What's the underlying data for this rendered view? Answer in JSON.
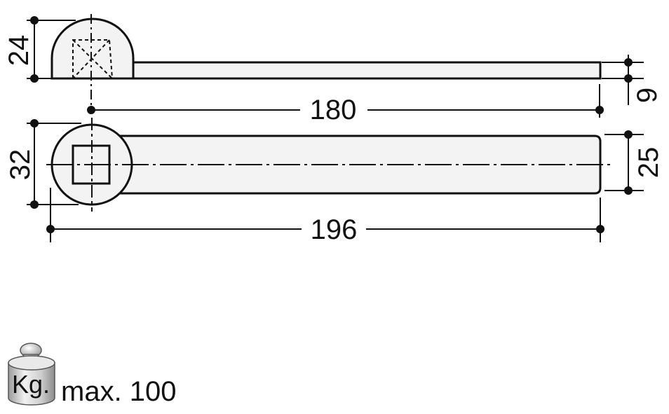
{
  "dimensions": {
    "side_height": "24",
    "side_thickness": "9",
    "side_length": "180",
    "top_diameter": "32",
    "top_width": "25",
    "top_length": "196"
  },
  "load": {
    "unit": "Kg.",
    "text": "max. 100"
  },
  "colors": {
    "line": "#111111",
    "fill": "#f3f3f3",
    "weight_body": "#d9d9d9"
  },
  "icons": {
    "weight": "weight-icon"
  }
}
